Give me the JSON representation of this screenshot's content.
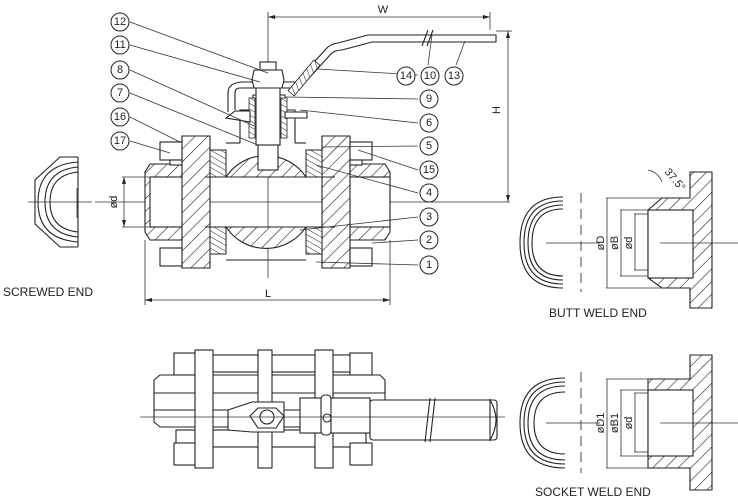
{
  "title": "3-piece ball valve assembly drawing",
  "part_callouts": [
    "1",
    "2",
    "3",
    "4",
    "5",
    "6",
    "7",
    "8",
    "9",
    "10",
    "11",
    "12",
    "13",
    "14",
    "15",
    "16",
    "17"
  ],
  "dimensions": {
    "width": "W",
    "height": "H",
    "length": "L",
    "bore": "ød",
    "butt_outer": "øD",
    "butt_mid": "øB",
    "butt_inner": "ød",
    "socket_outer": "øD1",
    "socket_mid": "øB1",
    "socket_inner": "ød",
    "bevel_angle": "37.5°"
  },
  "captions": {
    "screwed": "SCREWED END",
    "butt": "BUTT WELD END",
    "socket": "SOCKET WELD END"
  }
}
